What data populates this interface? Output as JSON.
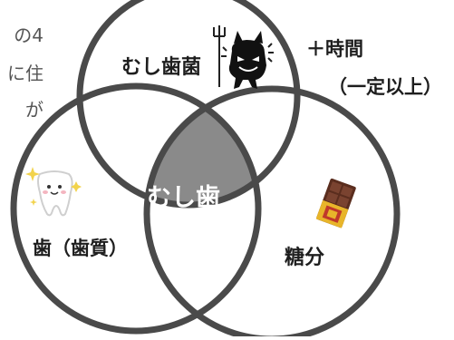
{
  "background_text": {
    "line1": "の4",
    "line2": "に住",
    "line3": "が"
  },
  "venn": {
    "circle_labels": {
      "bacteria": "むし歯菌",
      "tooth": "歯（歯質）",
      "sugar": "糖分"
    },
    "time_line1": "＋時間",
    "time_line2": "（一定以上）",
    "center": "むし歯",
    "colors": {
      "circle_stroke": "#4a4a4a",
      "center_fill": "#8a8a8a",
      "center_text": "#ffffff"
    }
  },
  "icons": [
    "devil-bacteria-icon",
    "smiling-tooth-icon",
    "chocolate-bar-icon"
  ]
}
